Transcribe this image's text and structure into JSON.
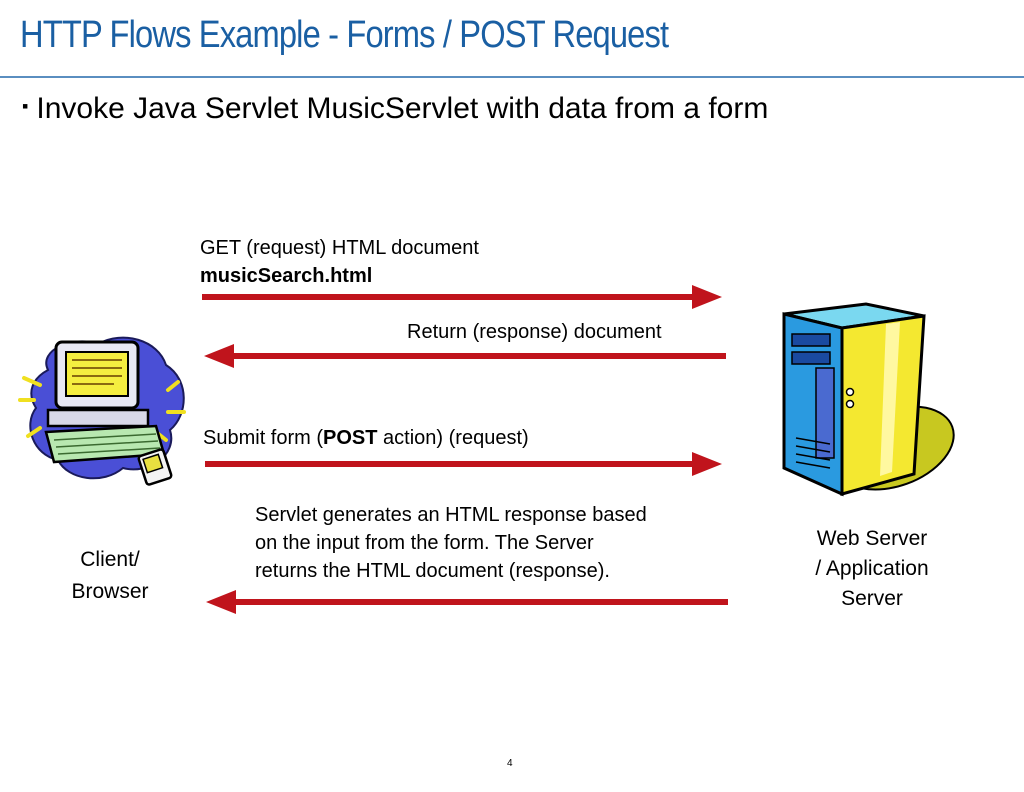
{
  "slide": {
    "title": "HTTP Flows Example - Forms / POST Request",
    "bullet_mark": "▪",
    "bullet_text": "Invoke Java Servlet MusicServlet with data from a form",
    "page_number": "4"
  },
  "flows": {
    "get_request_line1": "GET (request) HTML document",
    "get_request_line2": "musicSearch.html",
    "return_response": "Return (response) document",
    "submit_prefix": "Submit form (",
    "submit_bold": "POST",
    "submit_suffix": " action) (request)",
    "servlet_line1": "Servlet generates an HTML response based",
    "servlet_line2": "on the input from the form. The Server",
    "servlet_line3": "returns the HTML document (response)."
  },
  "nodes": {
    "client_line1": "Client/",
    "client_line2": "Browser",
    "server_line1": "Web Server",
    "server_line2": "/ Application",
    "server_line3": "Server"
  },
  "colors": {
    "title": "#1a5fa3",
    "arrow": "#c0141c",
    "rule": "#5a8ec0"
  }
}
